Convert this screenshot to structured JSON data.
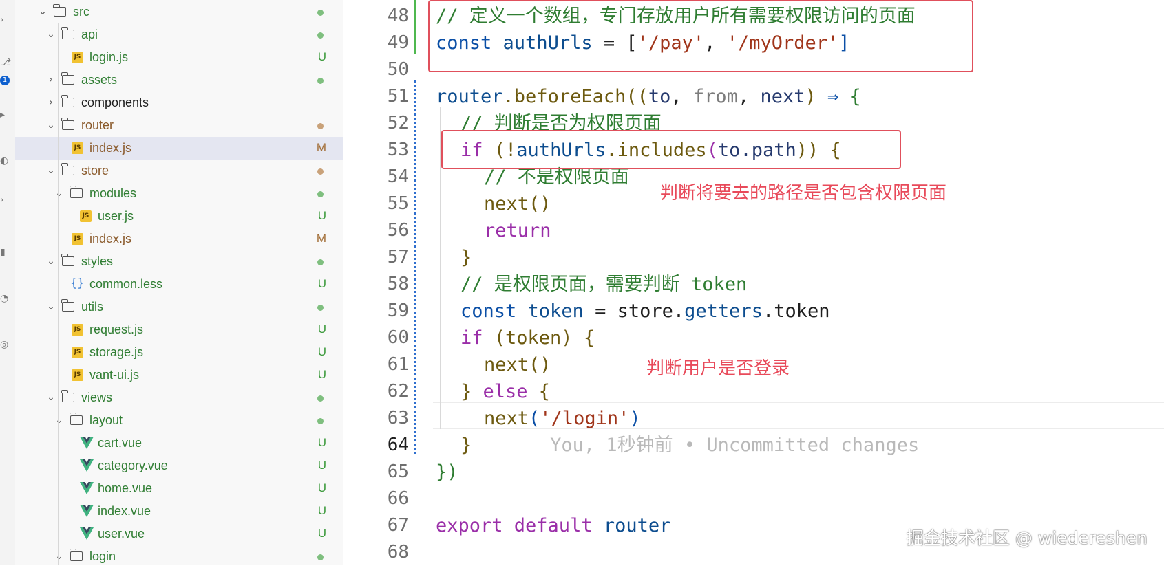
{
  "activity": {
    "badge": "1"
  },
  "explorer": {
    "rows": [
      {
        "label": "src",
        "type": "folder",
        "depth": 1,
        "open": true,
        "status": "dot",
        "color": "green"
      },
      {
        "label": "api",
        "type": "folder",
        "depth": 2,
        "open": true,
        "status": "dot",
        "color": "green"
      },
      {
        "label": "login.js",
        "type": "js",
        "depth": 3,
        "status": "U",
        "color": "green"
      },
      {
        "label": "assets",
        "type": "folder",
        "depth": 2,
        "open": false,
        "status": "dot",
        "color": "green"
      },
      {
        "label": "components",
        "type": "folder",
        "depth": 2,
        "open": false,
        "status": "",
        "color": "default"
      },
      {
        "label": "router",
        "type": "folder",
        "depth": 2,
        "open": true,
        "status": "dotb",
        "color": "brown"
      },
      {
        "label": "index.js",
        "type": "js",
        "depth": 3,
        "status": "M",
        "color": "brown",
        "selected": true
      },
      {
        "label": "store",
        "type": "folder",
        "depth": 2,
        "open": true,
        "status": "dotb",
        "color": "brown"
      },
      {
        "label": "modules",
        "type": "folder",
        "depth": 3,
        "open": true,
        "status": "dot",
        "color": "green"
      },
      {
        "label": "user.js",
        "type": "js",
        "depth": 4,
        "status": "U",
        "color": "green"
      },
      {
        "label": "index.js",
        "type": "js",
        "depth": 3,
        "status": "M",
        "color": "brown"
      },
      {
        "label": "styles",
        "type": "folder",
        "depth": 2,
        "open": true,
        "status": "dot",
        "color": "green"
      },
      {
        "label": "common.less",
        "type": "less",
        "depth": 3,
        "status": "U",
        "color": "green"
      },
      {
        "label": "utils",
        "type": "folder",
        "depth": 2,
        "open": true,
        "status": "dot",
        "color": "green"
      },
      {
        "label": "request.js",
        "type": "js",
        "depth": 3,
        "status": "U",
        "color": "green"
      },
      {
        "label": "storage.js",
        "type": "js",
        "depth": 3,
        "status": "U",
        "color": "green"
      },
      {
        "label": "vant-ui.js",
        "type": "js",
        "depth": 3,
        "status": "U",
        "color": "green"
      },
      {
        "label": "views",
        "type": "folder",
        "depth": 2,
        "open": true,
        "status": "dot",
        "color": "green"
      },
      {
        "label": "layout",
        "type": "folder",
        "depth": 3,
        "open": true,
        "status": "dot",
        "color": "green"
      },
      {
        "label": "cart.vue",
        "type": "vue",
        "depth": 4,
        "status": "U",
        "color": "green"
      },
      {
        "label": "category.vue",
        "type": "vue",
        "depth": 4,
        "status": "U",
        "color": "green"
      },
      {
        "label": "home.vue",
        "type": "vue",
        "depth": 4,
        "status": "U",
        "color": "green"
      },
      {
        "label": "index.vue",
        "type": "vue",
        "depth": 4,
        "status": "U",
        "color": "green"
      },
      {
        "label": "user.vue",
        "type": "vue",
        "depth": 4,
        "status": "U",
        "color": "green"
      },
      {
        "label": "login",
        "type": "folder",
        "depth": 3,
        "open": true,
        "status": "dot",
        "color": "green"
      }
    ]
  },
  "editor": {
    "line_numbers": [
      "48",
      "49",
      "50",
      "51",
      "52",
      "53",
      "54",
      "55",
      "56",
      "57",
      "58",
      "59",
      "60",
      "61",
      "62",
      "63",
      "64",
      "65",
      "66",
      "67",
      "68"
    ],
    "lines": {
      "l48": "// 定义一个数组，专门存放用户所有需要权限访问的页面",
      "l49_kw": "const",
      "l49_var": "authUrls",
      "l49_eq": " = [",
      "l49_s1": "'/pay'",
      "l49_comma": ", ",
      "l49_s2": "'/myOrder'",
      "l49_end": "]",
      "l51_obj": "router",
      "l51_fn": ".beforeEach",
      "l51_p1": "((",
      "l51_to": "to",
      "l51_c1": ", ",
      "l51_from": "from",
      "l51_c2": ", ",
      "l51_next": "next",
      "l51_p2": ") ",
      "l51_arrow": "⇒",
      "l51_brace": " {",
      "l52": "// 判断是否为权限页面",
      "l53_if": "if",
      "l53_a": " (!",
      "l53_var": "authUrls",
      "l53_fn": ".includes",
      "l53_b": "(",
      "l53_arg": "to.path",
      "l53_c": ")) {",
      "l54": "// 不是权限页面",
      "l55": "next()",
      "l56": "return",
      "l57": "}",
      "l58_c": "// 是权限页面，需要判断 ",
      "l58_t": "token",
      "l59_kw": "const",
      "l59_var": "token",
      "l59_eq": " = ",
      "l59_obj": "store",
      "l59_dot": ".",
      "l59_get": "getters",
      "l59_tok": ".token",
      "l60_if": "if",
      "l60_rest": " (token) {",
      "l61": "next()",
      "l62_a": "} ",
      "l62_else": "else",
      "l62_b": " {",
      "l63_fn": "next",
      "l63_p1": "(",
      "l63_str": "'/login'",
      "l63_p2": ")",
      "l64": "}",
      "l64_ghost": "You, 1秒钟前 • Uncommitted changes",
      "l65": "})",
      "l67_kw": "export default",
      "l67_var": "router"
    },
    "annotations": {
      "a1": "判断将要去的路径是否包含权限页面",
      "a2": "判断用户是否登录"
    }
  },
  "watermark": "掘金技术社区 @ wiedereshen",
  "colors": {
    "accent_red": "#e0505c",
    "git_green": "#3c9a3c",
    "git_modified": "#a06b33",
    "badge_blue": "#0e60cf"
  }
}
